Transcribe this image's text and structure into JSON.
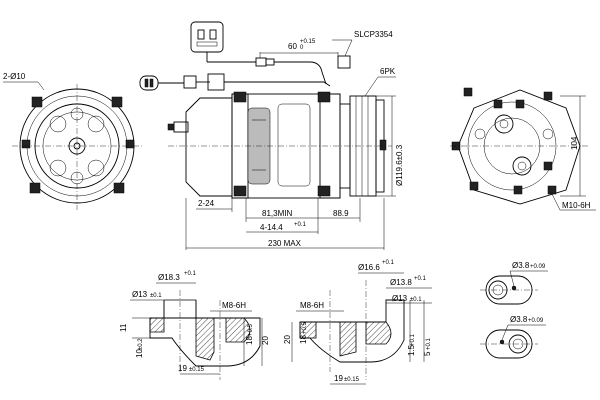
{
  "labels": {
    "connector_part": "SLCP3354",
    "cable_length": "60",
    "cable_tol_hi": "+0.15",
    "cable_tol_lo": "0",
    "belt": "6PK",
    "left_mount": "2-Ø10",
    "right_thread": "M10-6H",
    "right_height": "104",
    "pulley_dia": "Ø119.6±0.3",
    "hole_spacing": "2-24",
    "dim_813": "81,3MIN",
    "dim_889": "88.9",
    "dim_4_144": "4-14.4",
    "dim_4_144_tol": "+0.1",
    "dim_230": "230 MAX",
    "s1_d183": "Ø18.3",
    "s1_d183_tol": "+0.1",
    "s1_d13": "Ø13",
    "s1_d13_tol": "±0.1",
    "s1_m8": "M8-6H",
    "s1_11": "11",
    "s1_10": "10",
    "s1_10_tol": "±0.2",
    "s1_18": "18",
    "s1_18_tol": "+0.5",
    "s1_20": "20",
    "s1_19": "19",
    "s1_19_tol": "±0.15",
    "s2_d166": "Ø16.6",
    "s2_d166_tol": "+0.1",
    "s2_d138": "Ø13.8",
    "s2_d138_tol": "+0.1",
    "s2_d13": "Ø13",
    "s2_d13_tol": "±0.1",
    "s2_m8": "M8-6H",
    "s2_20": "20",
    "s2_18": "18",
    "s2_18_tol": "+0.5",
    "s2_15": "1.5",
    "s2_15_tol": "+0.1",
    "s2_5": "5",
    "s2_5_tol": "+0.1",
    "s2_19": "19",
    "s2_19_tol": "±0.15",
    "f1": "Ø3.8",
    "f1_tol": "+0.09",
    "f2": "Ø3.8",
    "f2_tol": "+0.09"
  }
}
